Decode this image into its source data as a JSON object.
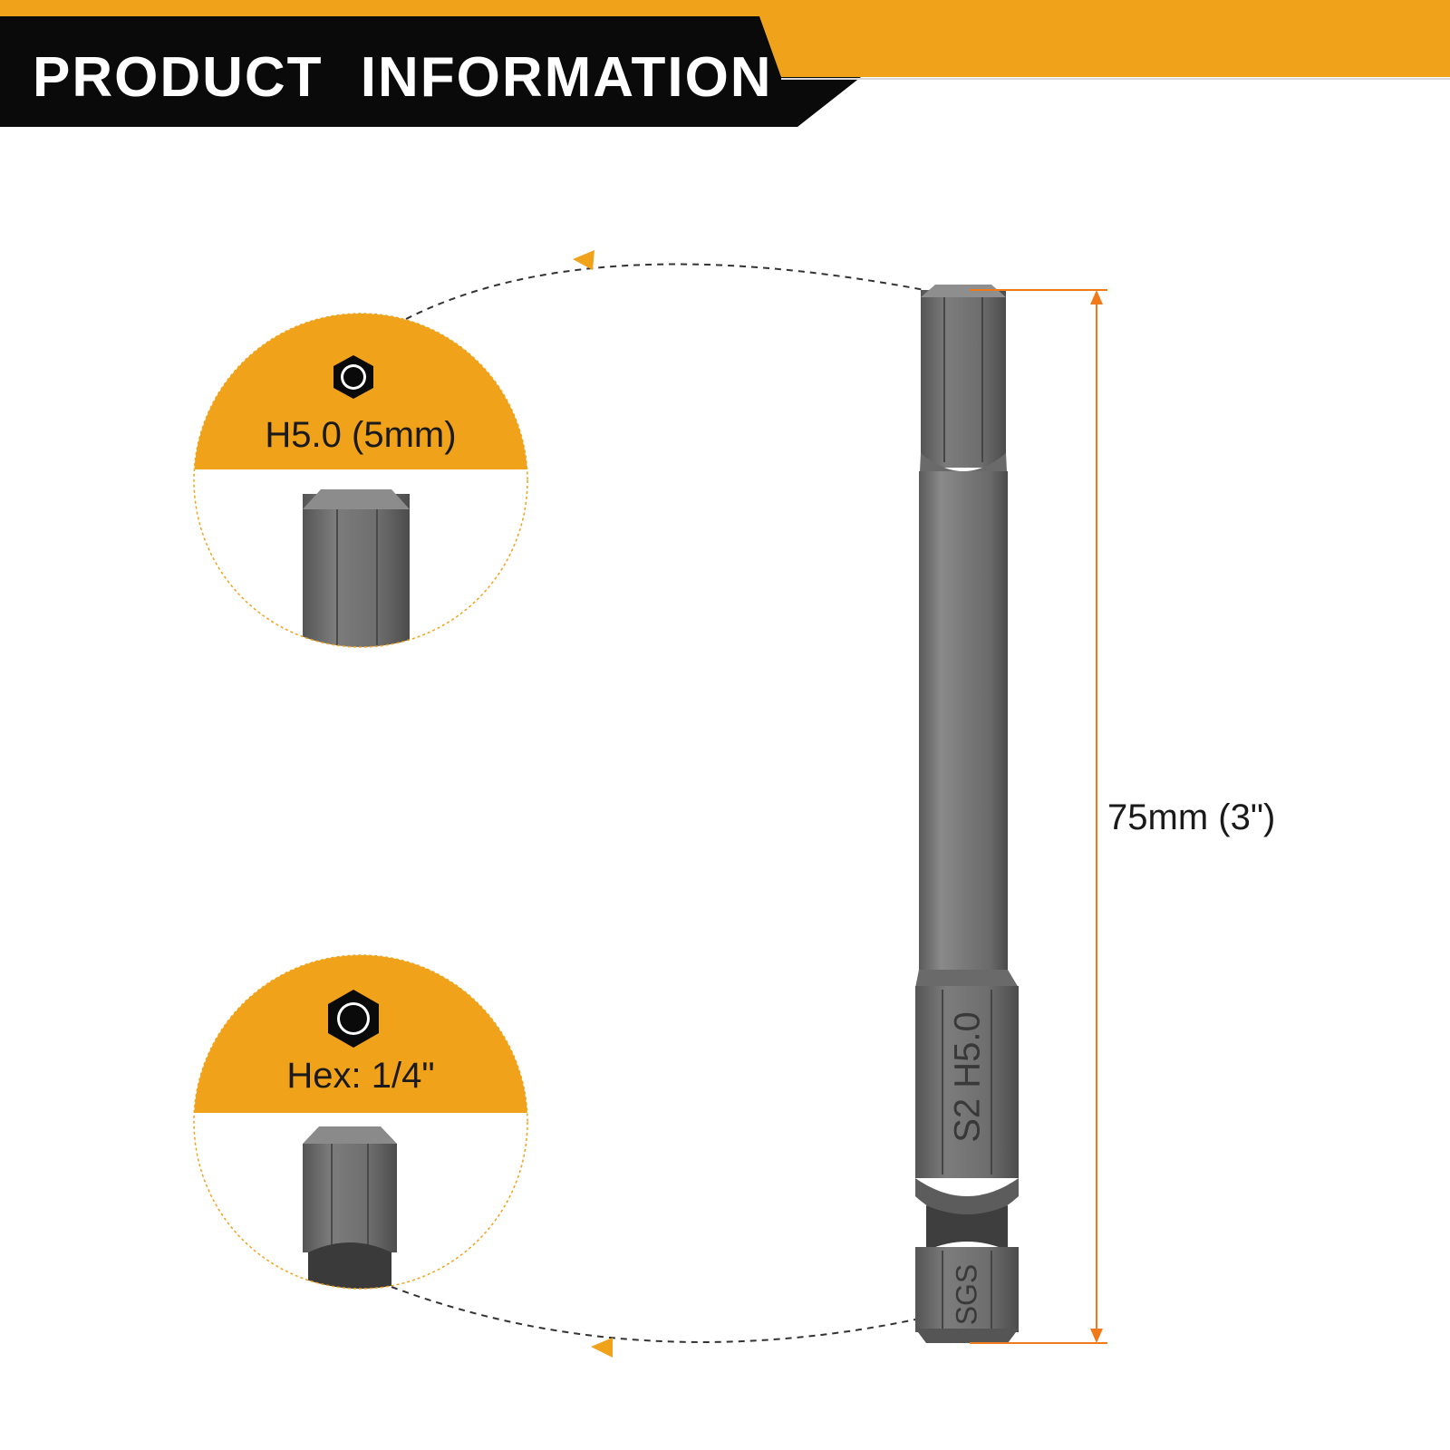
{
  "header": {
    "title": "PRODUCT  INFORMATION",
    "bar_color": "#0a0a0a",
    "accent_color": "#f0a21a"
  },
  "callouts": [
    {
      "label": "H5.0 (5mm)",
      "icon": "hex-tip-icon"
    },
    {
      "label": "Hex: 1/4\"",
      "icon": "hex-shank-icon"
    }
  ],
  "dimension": {
    "length_label": "75mm (3\")",
    "line_color": "#f07a1a"
  },
  "engravings": {
    "size_mark": "S2  H5.0",
    "brand_mark": "SGS"
  }
}
